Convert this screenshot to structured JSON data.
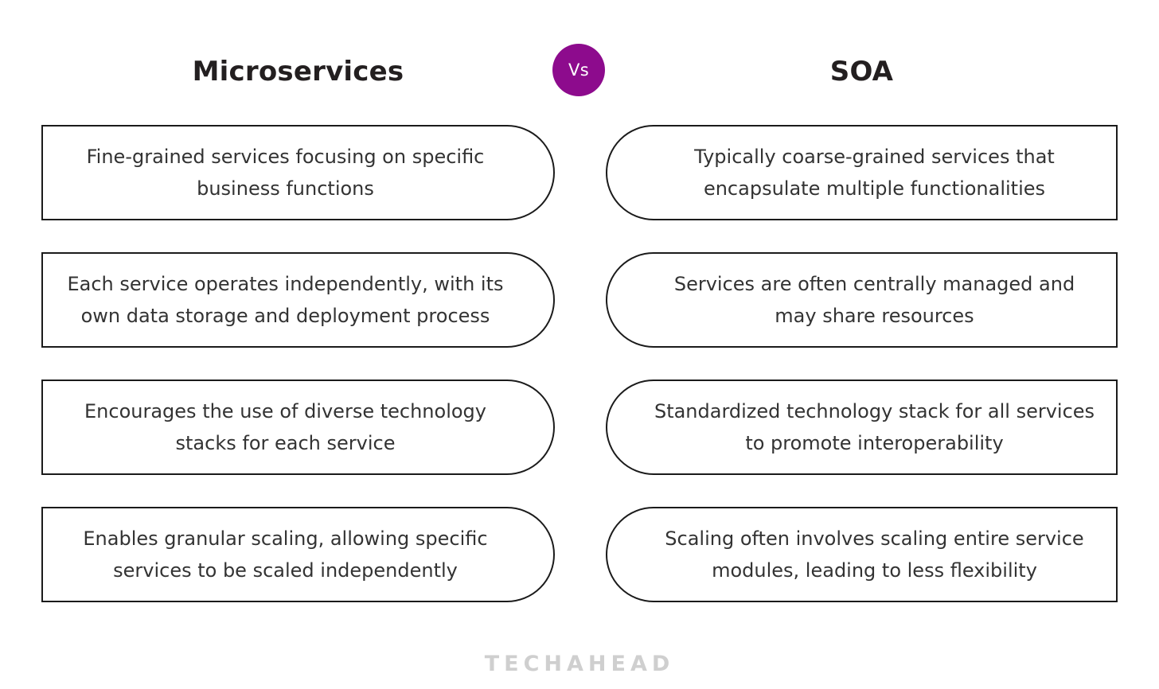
{
  "headings": {
    "left": "Microservices",
    "right": "SOA",
    "vs_badge": "Vs"
  },
  "colors": {
    "badge_purple": "#8d0b8d",
    "card_border": "#1b1b1b",
    "card_text": "#333333",
    "heading_text": "#231f20",
    "watermark": "#cfcfcf",
    "background": "#ffffff"
  },
  "comparison_rows": [
    {
      "left": "Fine-grained services focusing on specific business functions",
      "right": "Typically coarse-grained services that encapsulate multiple functionalities"
    },
    {
      "left": "Each service operates independently, with its own data storage and deployment process",
      "right": "Services are often centrally managed and may share resources"
    },
    {
      "left": "Encourages the use of diverse technology stacks for each service",
      "right": "Standardized technology stack for all services to promote interoperability"
    },
    {
      "left": "Enables granular scaling, allowing specific services to be scaled independently",
      "right": "Scaling often involves scaling entire service modules, leading to less flexibility"
    }
  ],
  "watermark": {
    "text": "TECHAHEAD"
  }
}
